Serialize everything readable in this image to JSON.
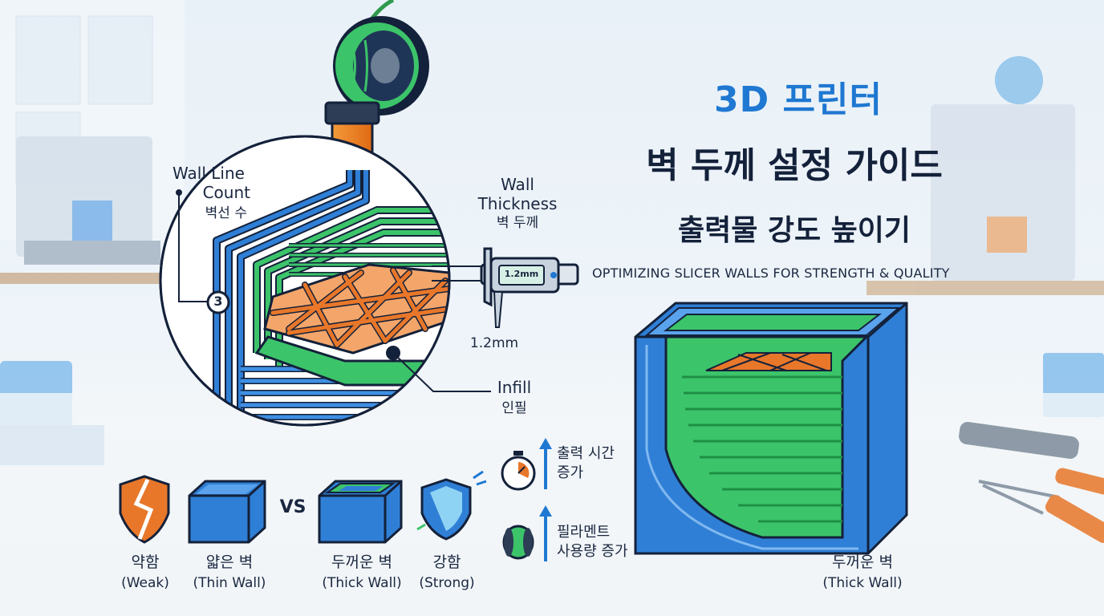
{
  "title": {
    "line1": "3D 프린터",
    "line2": "벽 두께 설정 가이드",
    "line3": "출력물 강도 높이기",
    "subtitle": "OPTIMIZING SLICER WALLS FOR STRENGTH & QUALITY"
  },
  "callouts": {
    "wall_line_count": {
      "en_line1": "Wall Line",
      "en_line2": "Count",
      "ko": "벽선 수",
      "value": "3"
    },
    "wall_thickness": {
      "en_line1": "Wall",
      "en_line2": "Thickness",
      "ko": "벽 두께"
    },
    "caliper_readout": "1.2mm",
    "caliper_value": "1.2mm",
    "infill": {
      "en": "Infill",
      "ko": "인필"
    }
  },
  "comparison": {
    "weak": {
      "ko": "약함",
      "en": "(Weak)"
    },
    "thin_wall": {
      "ko": "얇은 벽",
      "en": "(Thin Wall)"
    },
    "vs": "VS",
    "thick_wall": {
      "ko": "두꺼운 벽",
      "en": "(Thick Wall)"
    },
    "strong": {
      "ko": "강함",
      "en": "(Strong)"
    }
  },
  "tradeoffs": {
    "print_time": {
      "line1": "출력 시간",
      "line2": "증가"
    },
    "filament": {
      "line1": "필라멘트",
      "line2": "사용량 증가"
    }
  },
  "cube_caption": {
    "ko": "두꺼운 벽",
    "en": "(Thick Wall)"
  },
  "colors": {
    "accent_blue": "#1f78d1",
    "wall_blue": "#2f7fd6",
    "wall_green": "#3cc46a",
    "infill_orange": "#e8772a",
    "outline": "#14213a"
  }
}
